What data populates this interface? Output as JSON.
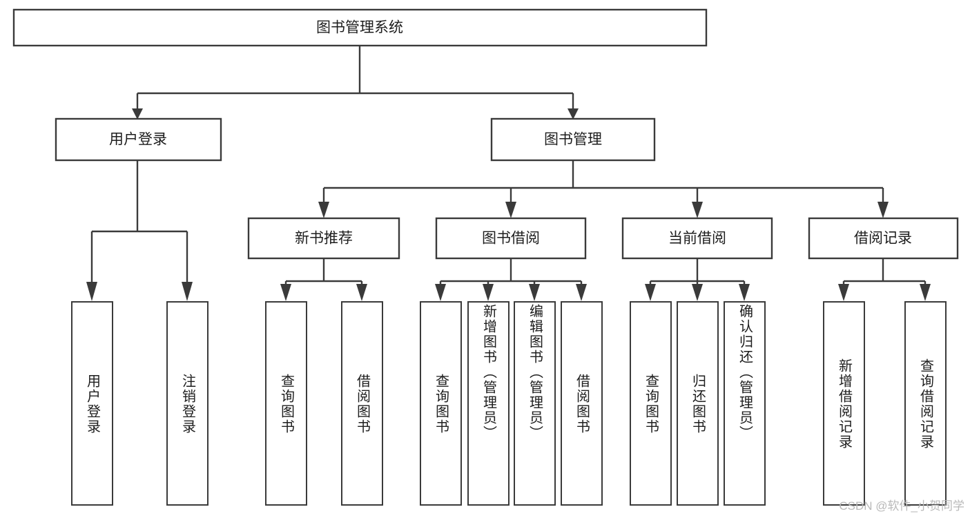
{
  "diagram": {
    "type": "tree-hierarchy-flowchart",
    "title": "图书管理系统",
    "root": {
      "id": "root",
      "label": "图书管理系统",
      "orientation": "horizontal"
    },
    "level2": [
      {
        "id": "user-login",
        "label": "用户登录",
        "orientation": "horizontal"
      },
      {
        "id": "book-manage",
        "label": "图书管理",
        "orientation": "horizontal"
      }
    ],
    "level3": [
      {
        "id": "new-book-recommend",
        "label": "新书推荐",
        "orientation": "horizontal",
        "parent": "book-manage"
      },
      {
        "id": "book-borrow",
        "label": "图书借阅",
        "orientation": "horizontal",
        "parent": "book-manage"
      },
      {
        "id": "current-borrow",
        "label": "当前借阅",
        "orientation": "horizontal",
        "parent": "book-manage"
      },
      {
        "id": "borrow-record",
        "label": "借阅记录",
        "orientation": "horizontal",
        "parent": "book-manage"
      }
    ],
    "leaves": [
      {
        "id": "leaf-user-login",
        "label": "用户登录",
        "parent": "user-login"
      },
      {
        "id": "leaf-logout",
        "label": "注销登录",
        "parent": "user-login"
      },
      {
        "id": "leaf-query-book-1",
        "label": "查询图书",
        "parent": "new-book-recommend"
      },
      {
        "id": "leaf-borrow-book-1",
        "label": "借阅图书",
        "parent": "new-book-recommend"
      },
      {
        "id": "leaf-query-book-2",
        "label": "查询图书",
        "parent": "book-borrow"
      },
      {
        "id": "leaf-add-book",
        "label": "新增图书（管理员）",
        "parent": "book-borrow"
      },
      {
        "id": "leaf-edit-book",
        "label": "编辑图书（管理员）",
        "parent": "book-borrow"
      },
      {
        "id": "leaf-borrow-book-2",
        "label": "借阅图书",
        "parent": "book-borrow"
      },
      {
        "id": "leaf-query-book-3",
        "label": "查询图书",
        "parent": "current-borrow"
      },
      {
        "id": "leaf-return-book",
        "label": "归还图书",
        "parent": "current-borrow"
      },
      {
        "id": "leaf-confirm-return",
        "label": "确认归还（管理员）",
        "parent": "current-borrow"
      },
      {
        "id": "leaf-add-record",
        "label": "新增借阅记录",
        "parent": "borrow-record"
      },
      {
        "id": "leaf-query-record",
        "label": "查询借阅记录",
        "parent": "borrow-record"
      }
    ],
    "colors": {
      "stroke": "#3a3a3a",
      "fill": "#ffffff",
      "text": "#1d1d1d",
      "watermark": "#b9b9b9",
      "background": "#ffffff"
    }
  },
  "watermark": {
    "text": "CSDN @软件_小贺同学"
  }
}
